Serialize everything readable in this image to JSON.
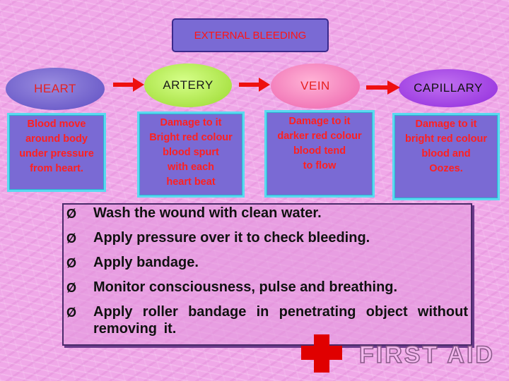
{
  "title": "EXTERNAL BLEEDING",
  "nodes": [
    {
      "label": "HEART",
      "description": "Blood move\naround body\nunder pressure\nfrom heart."
    },
    {
      "label": "ARTERY",
      "description": "Damage to it\nBright red colour\nblood spurt\nwith each\nheart beat"
    },
    {
      "label": "VEIN",
      "description": "Damage to it\ndarker red colour\nblood tend\nto flow"
    },
    {
      "label": "CAPILLARY",
      "description": "Damage to it\nbright red colour\nblood and\nOozes."
    }
  ],
  "bullet_symbol": "Ø",
  "steps": [
    "Wash the wound with clean water.",
    "Apply pressure over it to check bleeding.",
    "Apply bandage.",
    "Monitor consciousness, pulse and breathing.",
    "Apply roller bandage in penetrating object without removing it."
  ],
  "logo_text": "FIRST AID",
  "colors": {
    "arrow": "#ee1010",
    "cross": "#e00000",
    "box_fill": "#7a6ad4",
    "box_border": "#5bd9f0"
  }
}
